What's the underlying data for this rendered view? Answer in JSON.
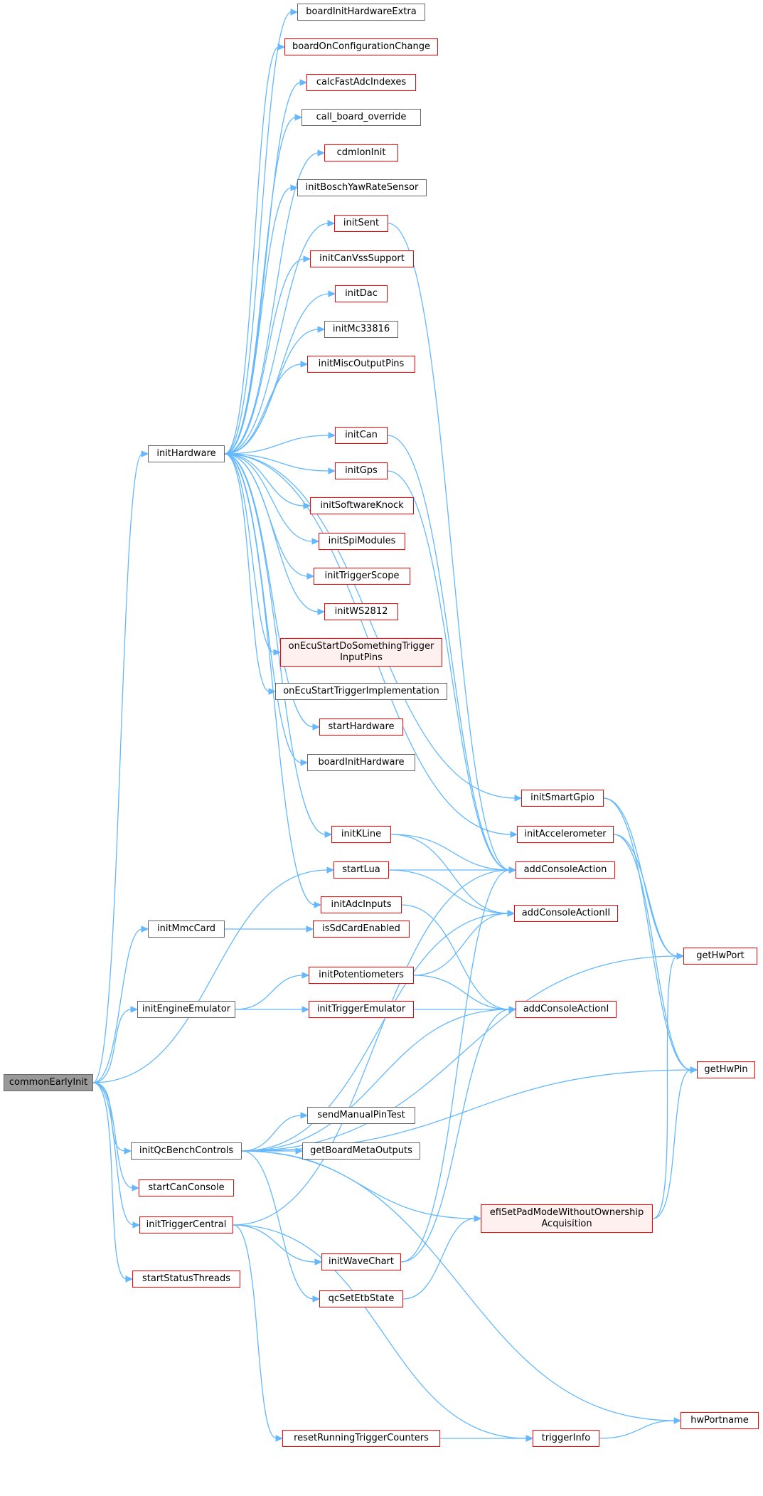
{
  "colors": {
    "edge": "#63b8ff",
    "truncated_border": "#ff0000",
    "complete_border": "#666666",
    "root_fill": "#999999"
  },
  "nodes": {
    "commonEarlyInit": "commonEarlyInit",
    "initHardware": "initHardware",
    "boardInitHardwareExtra": "boardInitHardwareExtra",
    "boardOnConfigurationChange": "boardOnConfigurationChange",
    "calcFastAdcIndexes": "calcFastAdcIndexes",
    "call_board_override": "call_board_override",
    "cdmIonInit": "cdmIonInit",
    "initBoschYawRateSensor": "initBoschYawRateSensor",
    "initSent": "initSent",
    "initCanVssSupport": "initCanVssSupport",
    "initDac": "initDac",
    "initMc33816": "initMc33816",
    "initMiscOutputPins": "initMiscOutputPins",
    "initCan": "initCan",
    "initGps": "initGps",
    "initSoftwareKnock": "initSoftwareKnock",
    "initSpiModules": "initSpiModules",
    "initTriggerScope": "initTriggerScope",
    "initWS2812": "initWS2812",
    "onEcuStartDoSomethingTriggerInputPins": "onEcuStartDoSomethingTrigger\nInputPins",
    "onEcuStartTriggerImplementation": "onEcuStartTriggerImplementation",
    "startHardware": "startHardware",
    "boardInitHardware": "boardInitHardware",
    "initSmartGpio": "initSmartGpio",
    "initKLine": "initKLine",
    "initAccelerometer": "initAccelerometer",
    "startLua": "startLua",
    "addConsoleAction": "addConsoleAction",
    "initAdcInputs": "initAdcInputs",
    "addConsoleActionII": "addConsoleActionII",
    "initMmcCard": "initMmcCard",
    "isSdCardEnabled": "isSdCardEnabled",
    "getHwPort": "getHwPort",
    "initPotentiometers": "initPotentiometers",
    "initEngineEmulator": "initEngineEmulator",
    "initTriggerEmulator": "initTriggerEmulator",
    "addConsoleActionI": "addConsoleActionI",
    "getHwPin": "getHwPin",
    "sendManualPinTest": "sendManualPinTest",
    "initQcBenchControls": "initQcBenchControls",
    "getBoardMetaOutputs": "getBoardMetaOutputs",
    "startCanConsole": "startCanConsole",
    "efiSetPadModeWithoutOwnershipAcquisition": "efiSetPadModeWithoutOwnership\nAcquisition",
    "initTriggerCentral": "initTriggerCentral",
    "initWaveChart": "initWaveChart",
    "startStatusThreads": "startStatusThreads",
    "qcSetEtbState": "qcSetEtbState",
    "resetRunningTriggerCounters": "resetRunningTriggerCounters",
    "triggerInfo": "triggerInfo",
    "hwPortname": "hwPortname"
  }
}
